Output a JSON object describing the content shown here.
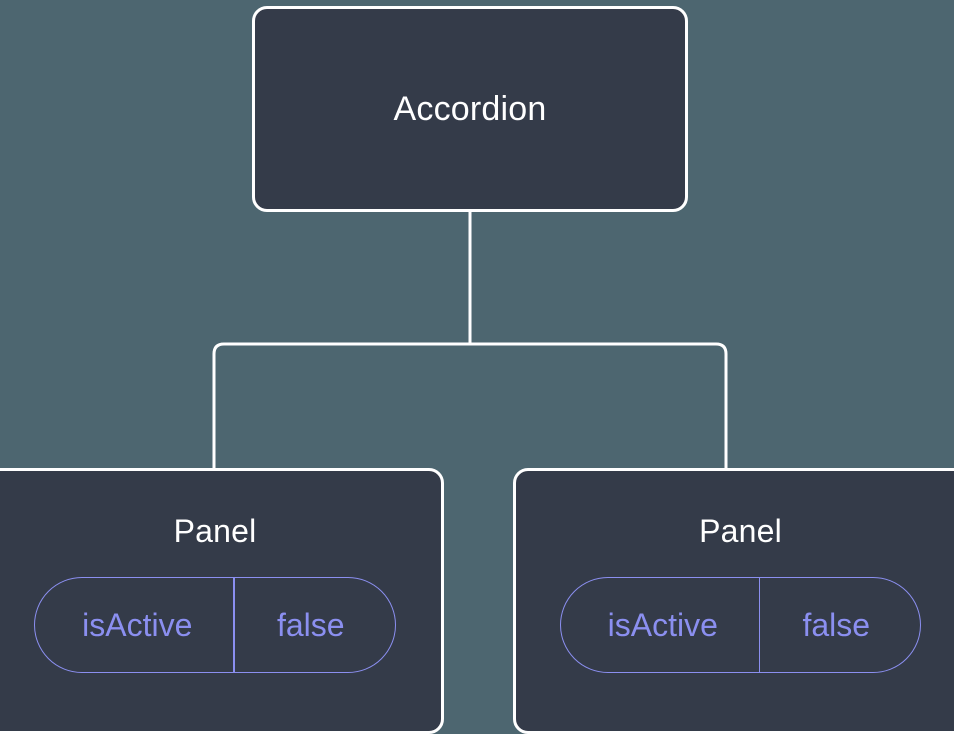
{
  "diagram": {
    "type": "component-tree",
    "background_color": "#4d6670",
    "node_fill_color": "#343b49",
    "node_border_color": "#ffffff",
    "edge_color": "#ffffff",
    "pill_color": "#8b8ff0",
    "root": {
      "title": "Accordion"
    },
    "children": [
      {
        "title": "Panel",
        "props": [
          {
            "key": "isActive",
            "value": "false"
          }
        ]
      },
      {
        "title": "Panel",
        "props": [
          {
            "key": "isActive",
            "value": "false"
          }
        ]
      }
    ]
  }
}
